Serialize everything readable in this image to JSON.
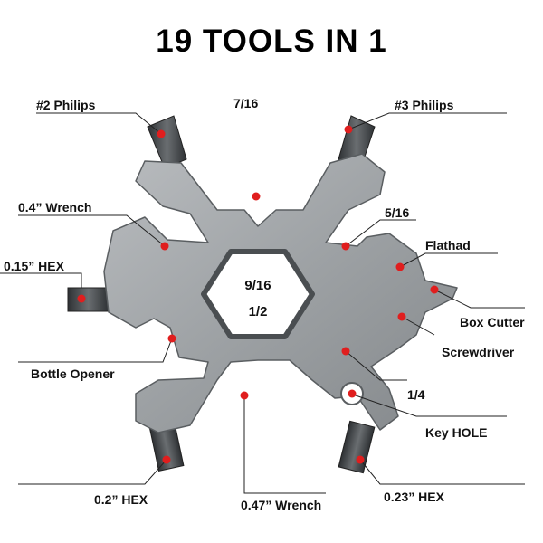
{
  "title": "19 TOOLS IN 1",
  "labels": {
    "philips2": "#2 Philips",
    "frac716": "7/16",
    "philips3": "#3 Philips",
    "wrench04": "0.4”  Wrench",
    "frac516": "5/16",
    "flathad": "Flathad",
    "hex015": "0.15” HEX",
    "boxcutter": "Box Cutter",
    "screwdriver": "Screwdriver",
    "bottleopener": "Bottle Opener",
    "frac14": "1/4",
    "keyhole": "Key HOLE",
    "hex02": "0.2”  HEX",
    "wrench047": "0.47” Wrench",
    "hex023": "0.23”  HEX"
  },
  "center": {
    "top": "9/16",
    "bottom": "1/2"
  },
  "colors": {
    "tool_body": "#9fa3a6",
    "tool_edge": "#55595c",
    "bit_dark": "#3a3d40",
    "marker": "#e01e1e",
    "leader": "#222222"
  }
}
